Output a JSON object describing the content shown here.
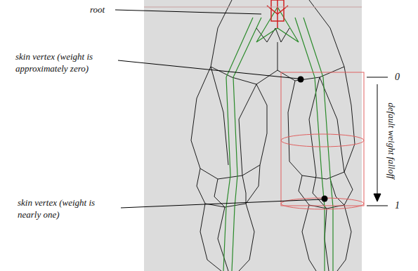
{
  "diagram": {
    "labels": [
      "root",
      "skin vertex (weight is approximately zero)",
      "skin vertex (weight is nearly one)",
      "0",
      "1",
      "default weight falloff"
    ]
  }
}
